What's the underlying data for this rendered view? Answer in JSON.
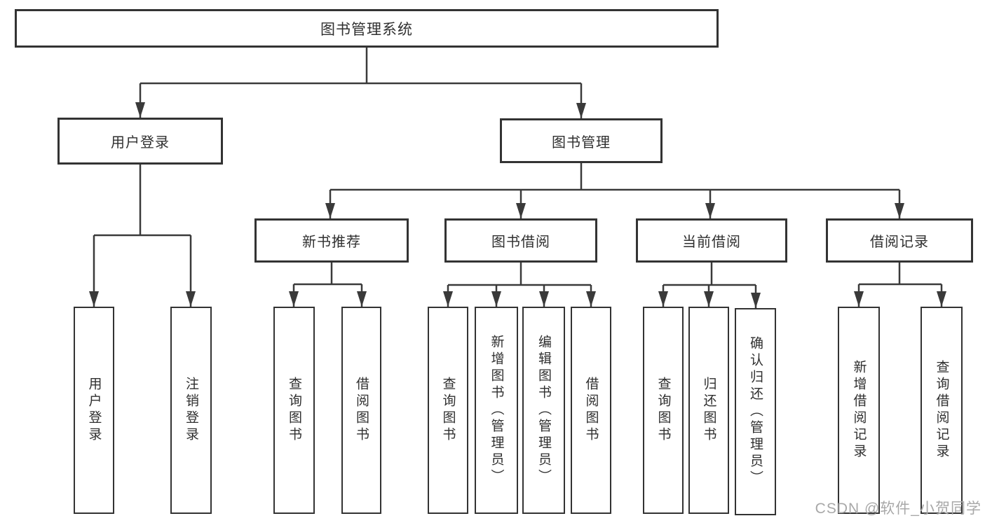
{
  "diagram": {
    "type": "hierarchy-tree",
    "title": "图书管理系统",
    "watermark": "CSDN @软件_小贺同学",
    "colors": {
      "background": "#ffffff",
      "line": "#3a3a3a",
      "box_border": "#333333",
      "text": "#2f2f2f",
      "watermark": "#a8a8a8"
    },
    "nodes": {
      "root": "图书管理系统",
      "user_login": "用户登录",
      "book_management": "图书管理",
      "new_book_recommend": "新书推荐",
      "book_borrowing": "图书借阅",
      "current_borrowing": "当前借阅",
      "borrowing_records": "借阅记录",
      "ul_user_login": "用户登录",
      "ul_logout": "注销登录",
      "nbr_query_books": "查询图书",
      "nbr_borrow_books": "借阅图书",
      "bb_query_books": "查询图书",
      "bb_add_books": "新增图书（管理员）",
      "bb_edit_books": "编辑图书（管理员）",
      "bb_borrow_books": "借阅图书",
      "cb_query_books": "查询图书",
      "cb_return_books": "归还图书",
      "cb_confirm_return": "确认归还（管理员）",
      "br_add_record": "新增借阅记录",
      "br_query_record": "查询借阅记录"
    },
    "hierarchy": {
      "图书管理系统": {
        "用户登录": [
          "用户登录",
          "注销登录"
        ],
        "图书管理": {
          "新书推荐": [
            "查询图书",
            "借阅图书"
          ],
          "图书借阅": [
            "查询图书",
            "新增图书（管理员）",
            "编辑图书（管理员）",
            "借阅图书"
          ],
          "当前借阅": [
            "查询图书",
            "归还图书",
            "确认归还（管理员）"
          ],
          "借阅记录": [
            "新增借阅记录",
            "查询借阅记录"
          ]
        }
      }
    }
  }
}
